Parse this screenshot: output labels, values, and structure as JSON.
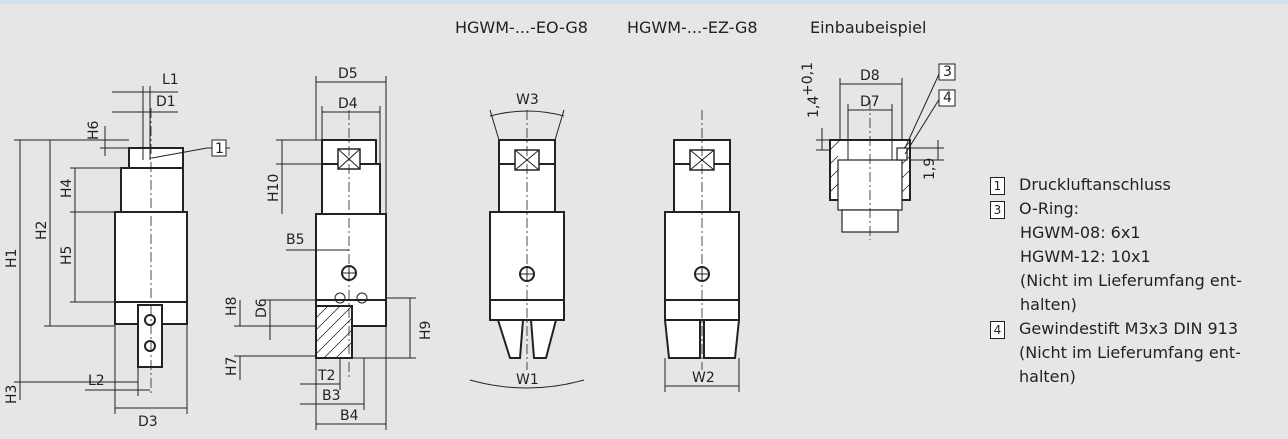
{
  "headings": {
    "eo": "HGWM-...-EO-G8",
    "ez": "HGWM-...-EZ-G8",
    "install": "Einbaubeispiel"
  },
  "dims": {
    "L1": "L1",
    "D1": "D1",
    "H6": "H6",
    "H4": "H4",
    "H2": "H2",
    "H1": "H1",
    "H5": "H5",
    "H3": "H3",
    "L2": "L2",
    "D3": "D3",
    "D5": "D5",
    "D4": "D4",
    "H10": "H10",
    "B5": "B5",
    "H8": "H8",
    "D6": "D6",
    "H9": "H9",
    "H7": "H7",
    "T2": "T2",
    "B3": "B3",
    "B4": "B4",
    "W3": "W3",
    "W1": "W1",
    "W2": "W2",
    "D8": "D8",
    "D7": "D7",
    "tol": "1,4",
    "tolsup": "+0,1",
    "d19": "1,9"
  },
  "callouts": {
    "c1": "1",
    "c3": "3",
    "c4": "4"
  },
  "legend": {
    "item1": {
      "num": "1",
      "text": "Druckluftanschluss"
    },
    "item3": {
      "num": "3",
      "text": "O-Ring:",
      "sub1": "HGWM-08: 6x1",
      "sub2": "HGWM-12: 10x1",
      "sub3": "(Nicht im Lieferumfang ent-\nhalten)"
    },
    "item4": {
      "num": "4",
      "text": "Gewindestift M3x3 DIN 913\n(Nicht im Lieferumfang ent-\nhalten)"
    }
  },
  "colors": {
    "background": "#e6e6e6",
    "accent_bar": "#cfe3ec",
    "line": "#222222",
    "part_fill": "#ffffff"
  }
}
